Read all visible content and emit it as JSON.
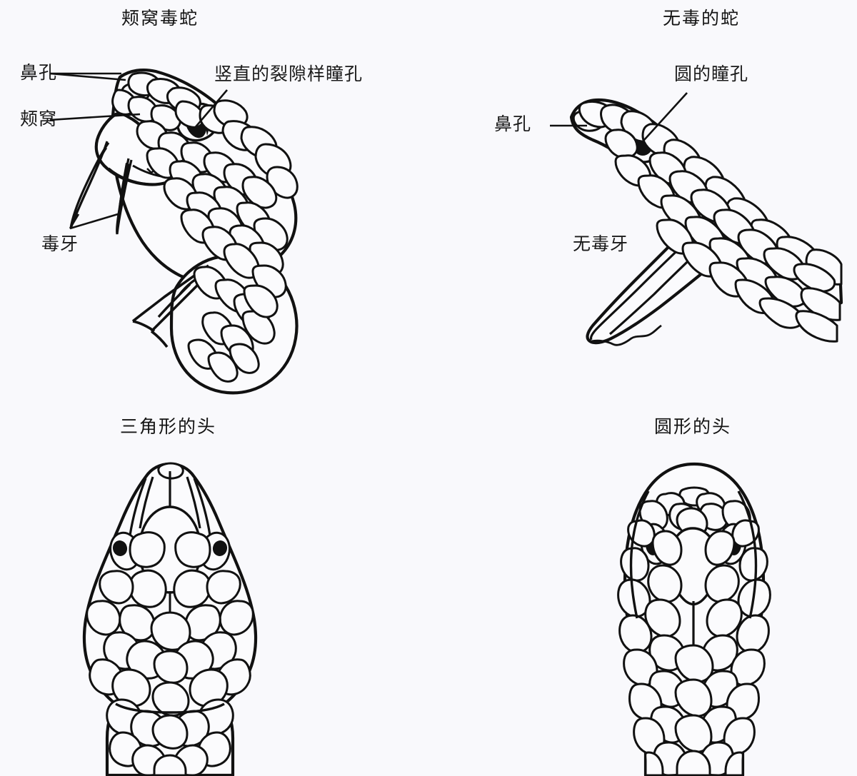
{
  "figure": {
    "background_color": "#f9f9fc",
    "line_color": "#111111",
    "kind": "comparative anatomical line diagram of venomous vs non-venomous snake heads"
  },
  "panels": {
    "top_left": {
      "title": "颊窝毒蛇",
      "labels": [
        {
          "text": "鼻孔",
          "points_to": "nostril"
        },
        {
          "text": "颊窝",
          "points_to": "loreal-pit"
        },
        {
          "text": "竖直的裂隙样瞳孔",
          "points_to": "vertical-slit-pupil"
        },
        {
          "text": "毒牙",
          "points_to": "venom-fangs"
        }
      ]
    },
    "top_right": {
      "title": "无毒的蛇",
      "labels": [
        {
          "text": "鼻孔",
          "points_to": "nostril"
        },
        {
          "text": "圆的瞳孔",
          "points_to": "round-pupil"
        },
        {
          "text": "无毒牙",
          "points_to": "non-venomous-teeth"
        }
      ]
    },
    "bottom_left": {
      "title": "三角形的头",
      "labels": []
    },
    "bottom_right": {
      "title": "圆形的头",
      "labels": []
    }
  }
}
